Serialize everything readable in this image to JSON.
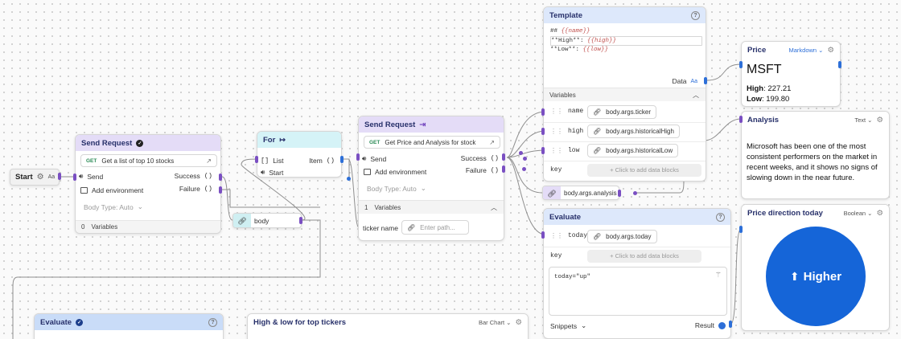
{
  "start": {
    "label": "Start",
    "type_badge": "Aa"
  },
  "send_request_1": {
    "title": "Send Request",
    "method": "GET",
    "request_label": "Get a list of top 10 stocks",
    "send": "Send",
    "success": "Success",
    "failure": "Failure",
    "add_env": "Add environment",
    "body_type": "Body Type: Auto",
    "var_count": "0",
    "var_label": "Variables"
  },
  "body_node": {
    "label": "body"
  },
  "for_node": {
    "title": "For",
    "list": "List",
    "start": "Start",
    "item": "Item"
  },
  "send_request_2": {
    "title": "Send Request",
    "method": "GET",
    "request_label": "Get Price and Analysis for stock",
    "send": "Send",
    "success": "Success",
    "failure": "Failure",
    "add_env": "Add environment",
    "body_type": "Body Type: Auto",
    "var_count": "1",
    "var_label": "Variables",
    "ticker_key": "ticker name",
    "ticker_placeholder": "Enter path..."
  },
  "template_node": {
    "title": "Template",
    "lines": [
      "## {{name}}",
      "**High**: {{high}}",
      "**Low**: {{low}}"
    ],
    "line_parts": [
      {
        "prefix": "## ",
        "var": "{{name}}"
      },
      {
        "prefix": "**High**: ",
        "var": "{{high}}"
      },
      {
        "prefix": "**Low**: ",
        "var": "{{low}}"
      }
    ],
    "data_label": "Data",
    "data_badge": "Aa",
    "variables_label": "Variables",
    "vars": [
      {
        "key": "name",
        "value": "body.args.ticker"
      },
      {
        "key": "high",
        "value": "body.args.historicalHigh"
      },
      {
        "key": "low",
        "value": "body.args.historicalLow"
      }
    ],
    "key_placeholder": "key",
    "add_blocks": "+ Click to add data blocks"
  },
  "analysis_link": {
    "value": "body.args.analysis"
  },
  "evaluate_node": {
    "title": "Evaluate",
    "var_key": "today",
    "var_value": "body.args.today",
    "key_placeholder": "key",
    "add_blocks": "+ Click to add data blocks",
    "code": "today=\"up\"",
    "snippets": "Snippets",
    "result": "Result"
  },
  "evaluate_bottom": {
    "title": "Evaluate"
  },
  "chart_node": {
    "title": "High & low for top tickers",
    "type": "Bar Chart"
  },
  "price_node": {
    "title": "Price",
    "format": "Markdown",
    "heading": "MSFT",
    "high_label": "High",
    "high_value": ": 227.21",
    "low_label": "Low",
    "low_value": ": 199.80"
  },
  "analysis_node": {
    "title": "Analysis",
    "format": "Text",
    "text": "Microsoft has been one of the most consistent performers on the market in recent weeks, and it shows no signs of slowing down in the near future."
  },
  "direction_node": {
    "title": "Price direction today",
    "format": "Boolean",
    "value": "Higher"
  },
  "colors": {
    "accent_purple": "#7a4fc2",
    "accent_blue": "#2d6fd8",
    "boolean_fill": "#1565d8"
  }
}
